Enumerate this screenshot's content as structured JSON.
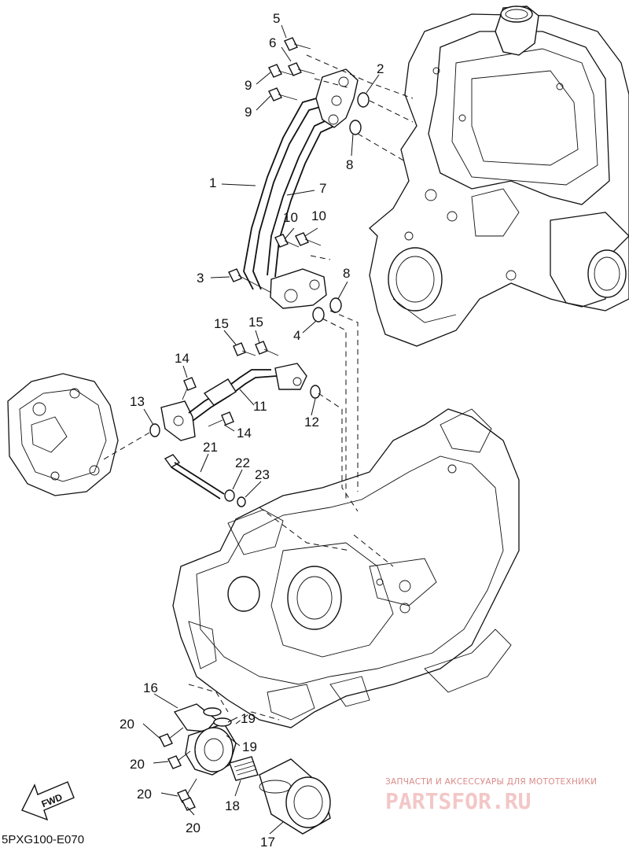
{
  "diagram": {
    "part_labels": {
      "p1": "1",
      "p2": "2",
      "p3": "3",
      "p4": "4",
      "p5": "5",
      "p6": "6",
      "p7": "7",
      "p8a": "8",
      "p8b": "8",
      "p9a": "9",
      "p9b": "9",
      "p10a": "10",
      "p10b": "10",
      "p11": "11",
      "p12": "12",
      "p13": "13",
      "p14a": "14",
      "p14b": "14",
      "p15a": "15",
      "p15b": "15",
      "p16": "16",
      "p17": "17",
      "p18": "18",
      "p19a": "19",
      "p19b": "19",
      "p20a": "20",
      "p20b": "20",
      "p20c": "20",
      "p20d": "20",
      "p21": "21",
      "p22": "22",
      "p23": "23"
    },
    "fwd_label": "FWD",
    "drawing_code": "5PXG100-E070",
    "watermark_tagline": "ЗАПЧАСТИ И АКСЕССУАРЫ ДЛЯ МОТОТЕХНИКИ",
    "watermark_logo": "PARTSFOR.RU"
  },
  "colors": {
    "line": "#111111",
    "background": "#ffffff",
    "watermark": "#f3c7c7"
  }
}
